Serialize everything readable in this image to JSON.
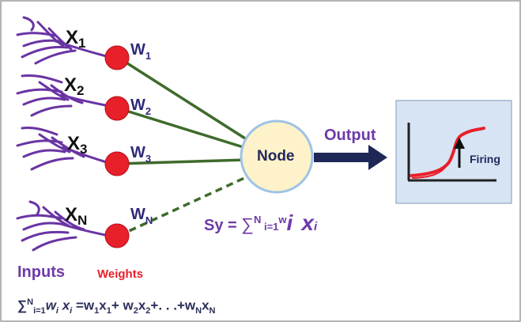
{
  "inputs": [
    {
      "label": "X",
      "sub": "1"
    },
    {
      "label": "X",
      "sub": "2"
    },
    {
      "label": "X",
      "sub": "3"
    },
    {
      "label": "X",
      "sub": "N"
    }
  ],
  "weights": [
    {
      "label": "W",
      "sub": "1"
    },
    {
      "label": "W",
      "sub": "2"
    },
    {
      "label": "W",
      "sub": "3"
    },
    {
      "label": "W",
      "sub": "N"
    }
  ],
  "node_label": "Node",
  "output_label": "Output",
  "firing_label": "Firing",
  "inputs_caption": "Inputs",
  "weights_caption": "Weights",
  "formula_sy": {
    "prefix": "Sy = ",
    "sum": "∑",
    "sup": "N",
    "sub": " i=1",
    "w": "w",
    "i1": "i",
    "x": "x",
    "i2": "i"
  },
  "formula_bottom": {
    "sum": "∑",
    "sup": "N",
    "sub": "i=1",
    "w": "w",
    "wi": "i",
    "x": " x",
    "xi": "i",
    "rest": " =w",
    "t1a": "1",
    "t1x": "x",
    "t1b": "1",
    "plus1": "+ w",
    "t2a": "2",
    "t2x": "x",
    "t2b": "2",
    "dots": "+. . .+w",
    "tna": "N",
    "tnx": "x",
    "tnb": "N"
  },
  "colors": {
    "dendrite": "#6a34a3",
    "weight_ball": "#e8202a",
    "connection": "#3f6b2c",
    "node_fill": "#fdf2c9",
    "node_stroke": "#9ec3e6",
    "arrow": "#1e2857",
    "graph_bg": "#d7e4f3",
    "curve": "#e8202a"
  }
}
